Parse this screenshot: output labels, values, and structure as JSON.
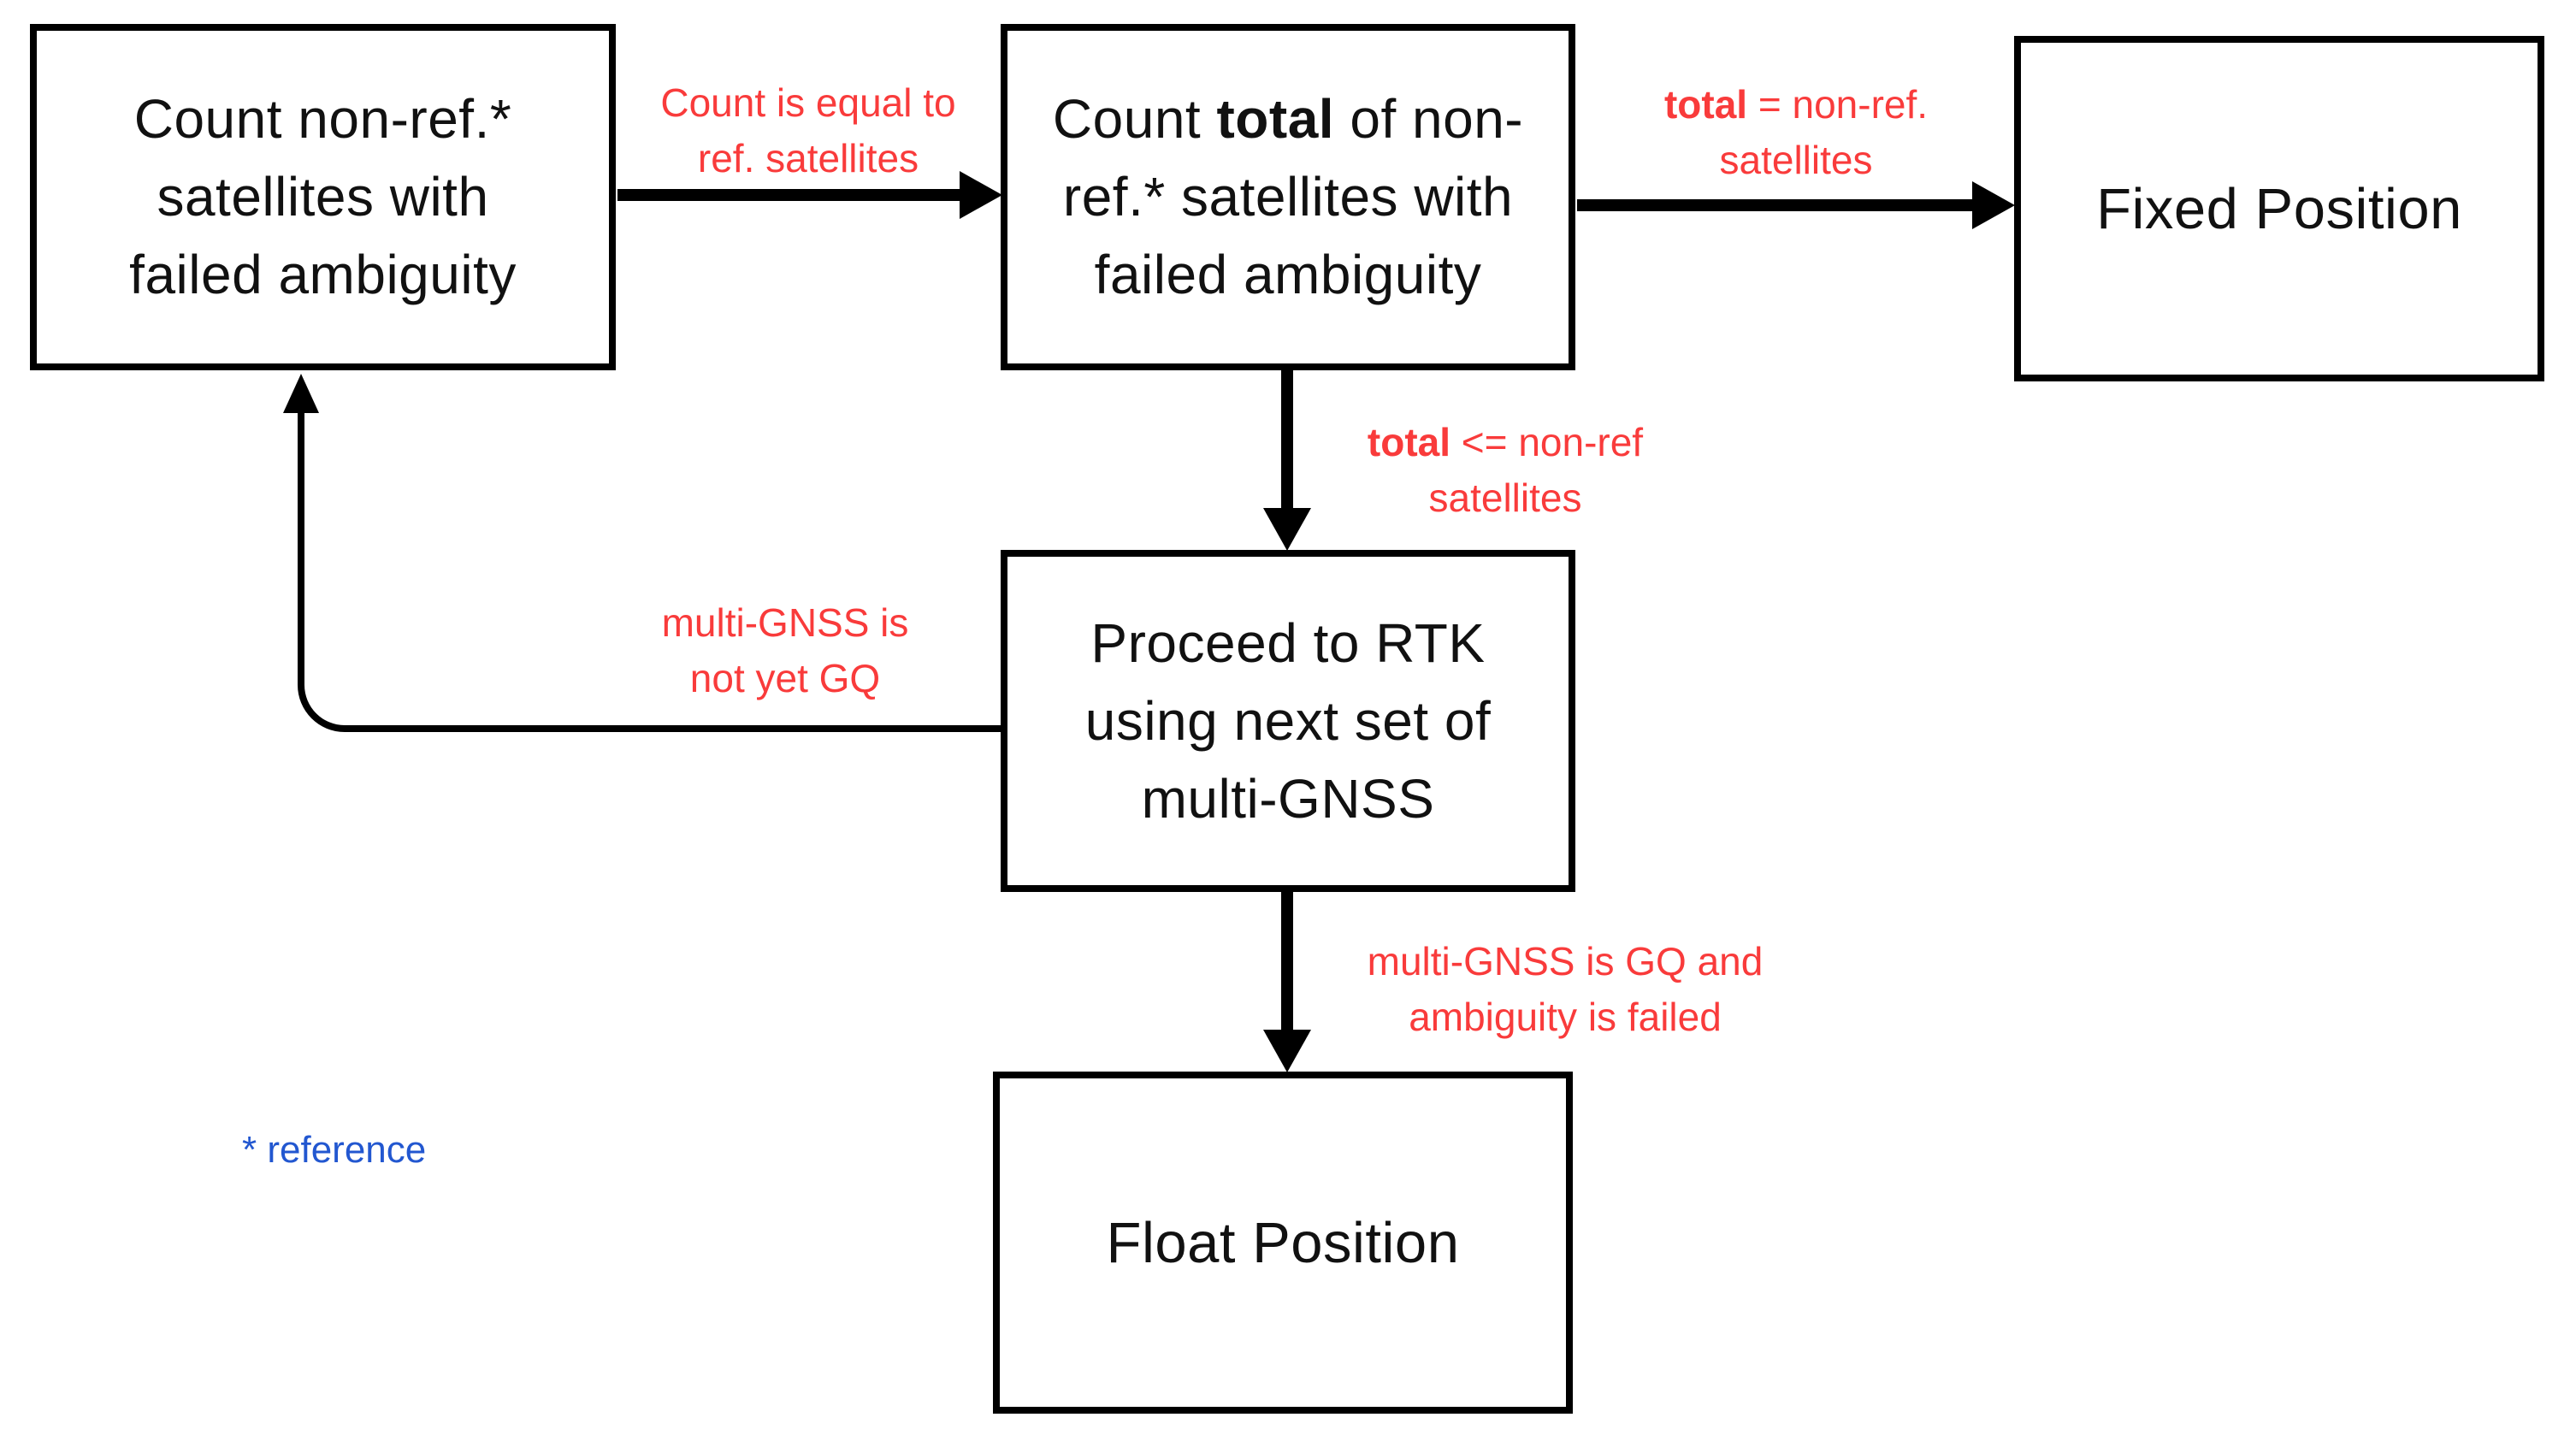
{
  "colors": {
    "background": "#ffffff",
    "box_border": "#000000",
    "box_text": "#111111",
    "edge_label": "#f93b3b",
    "note_blue": "#2257d0"
  },
  "nodes": {
    "count_nonref": {
      "line1": "Count non-ref.*",
      "line2": "satellites with",
      "line3": "failed ambiguity"
    },
    "count_total": {
      "line1_pre": "Count ",
      "line1_bold": "total",
      "line1_post": " of non-",
      "line2": "ref.* satellites with",
      "line3": "failed ambiguity"
    },
    "fixed": {
      "label": "Fixed Position"
    },
    "rtk": {
      "line1": "Proceed to RTK",
      "line2": "using next set of",
      "line3": "multi-GNSS"
    },
    "float": {
      "label": "Float Position"
    }
  },
  "edge_labels": {
    "count_to_total": {
      "line1": "Count is equal to",
      "line2": "ref. satellites"
    },
    "total_to_fixed": {
      "line1_bold": "total",
      "line1_rest": " = non-ref.",
      "line2": "satellites"
    },
    "total_to_rtk": {
      "line1_bold": "total",
      "line1_rest": " <= non-ref",
      "line2": "satellites"
    },
    "rtk_to_float": {
      "line1": "multi-GNSS is GQ and",
      "line2": "ambiguity is failed"
    },
    "rtk_to_count": {
      "line1": "multi-GNSS is",
      "line2": "not yet GQ"
    }
  },
  "note": {
    "text": "* reference"
  }
}
